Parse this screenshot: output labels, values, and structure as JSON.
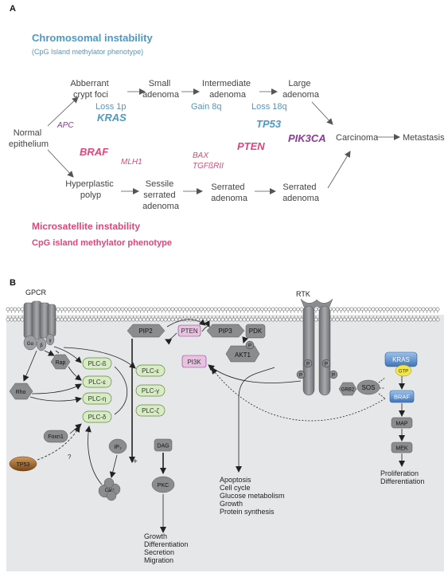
{
  "panelA": {
    "label": "A",
    "chromosomal_title": "Chromosomal instability",
    "chromosomal_sub": "(CpG Island methylator phenotype)",
    "stages": {
      "aberrant": [
        "Abberrant",
        "crypt foci"
      ],
      "small": [
        "Small",
        "adenoma"
      ],
      "intermediate": [
        "Intermediate",
        "adenoma"
      ],
      "large": [
        "Large",
        "adenoma"
      ],
      "normal": [
        "Normal",
        "epithelium"
      ],
      "carcinoma": "Carcinoma",
      "metastasis": "Metastasis",
      "hyperplastic": [
        "Hyperplastic",
        "polyp"
      ],
      "sessile": [
        "Sessile",
        "serrated",
        "adenoma"
      ],
      "serrated1": [
        "Serrated",
        "adenoma"
      ],
      "serrated2": [
        "Serrated",
        "adenoma"
      ]
    },
    "mutations": {
      "apc": "APC",
      "loss1p": "Loss 1p",
      "kras": "KRAS",
      "gain8q": "Gain 8q",
      "loss18q": "Loss 18q",
      "tp53": "TP53",
      "pik3ca": "PIK3CA",
      "braf": "BRAF",
      "mlh1": "MLH1",
      "bax": "BAX",
      "tgfbrii": "TGFßRII",
      "pten": "PTEN"
    },
    "msi_title": "Microsatellite instability",
    "cimp_title": "CpG island methylator phenotype",
    "colors": {
      "blue": "#4a9ac9",
      "pink": "#e0457b",
      "purple": "#8b3a96"
    }
  },
  "panelB": {
    "label": "B",
    "gpcr": "GPCR",
    "rtk": "RTK",
    "g_alpha": "Gα",
    "g_beta": "β",
    "g_gamma": "γ",
    "rap": "Rap",
    "rho": "Rho",
    "plc_b": "PLC-ß",
    "plc_e": "PLC-ε",
    "plc_n": "PLC-η",
    "plc_d": "PLC-δ",
    "plc_e2": "PLC-ε",
    "plc_g": "PLC-γ",
    "plc_z": "PLC-ζ",
    "foxn1": "Foxn1",
    "tp53": "TP53",
    "question": "?",
    "pip2": "PIP2",
    "pten": "PTEN",
    "pip3": "PIP3",
    "pdk": "PDK",
    "pi3k": "PI3K",
    "akt1": "AKT1",
    "p": "P",
    "grb2": "GRB2",
    "sos": "SOS",
    "kras": "KRAS",
    "gtp": "GTP",
    "braf": "BRAF",
    "map": "MAP",
    "mek": "MEK",
    "ip3": "IP₃",
    "plus": "+",
    "dag": "DAG",
    "pkc": "PKC",
    "ca": "Ca²⁺",
    "akt_outcomes": [
      "Apoptosis",
      "Cell cycle",
      "Glucose metabolism",
      "Growth",
      "Protein synthesis"
    ],
    "pkc_outcomes": [
      "Growth",
      "Differentiation",
      "Secretion",
      "Migration"
    ],
    "mapk_outcomes": [
      "Proliferation",
      "Differentiation"
    ],
    "colors": {
      "cytoplasm": "#e6e7e8",
      "plc_fill": "#d7ecc4",
      "plc_stroke": "#5f8a3a",
      "pten_fill": "#e7c3df",
      "kras_fill": "#6b9bd1",
      "braf_fill": "#6b9bd1",
      "gtp_fill": "#f2e64f",
      "tp53_fill": "#a5672c",
      "gray": "#8a8c8e"
    }
  }
}
